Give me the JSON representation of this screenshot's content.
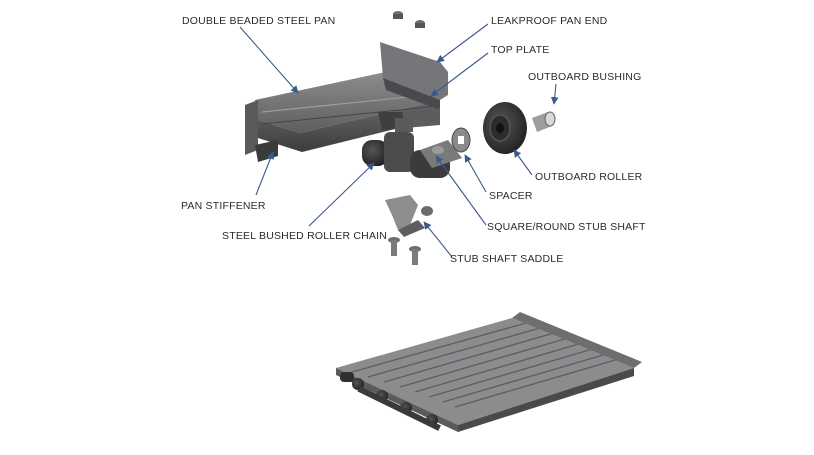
{
  "diagram": {
    "colors": {
      "leader": "#3a5a8c",
      "metal_light": "#8a8a8c",
      "metal_mid": "#6b6b6e",
      "metal_dark": "#474749",
      "metal_darkest": "#2e2e30",
      "text": "#2b2b2b"
    },
    "labels": {
      "double_beaded_steel_pan": "DOUBLE BEADED STEEL PAN",
      "leakproof_pan_end": "LEAKPROOF PAN END",
      "top_plate": "TOP PLATE",
      "outboard_bushing": "OUTBOARD BUSHING",
      "outboard_roller": "OUTBOARD ROLLER",
      "spacer": "SPACER",
      "square_round_stub_shaft": "SQUARE/ROUND STUB SHAFT",
      "pan_stiffener": "PAN STIFFENER",
      "steel_bushed_roller_chain": "STEEL BUSHED ROLLER CHAIN",
      "stub_shaft_saddle": "STUB SHAFT SADDLE"
    }
  }
}
